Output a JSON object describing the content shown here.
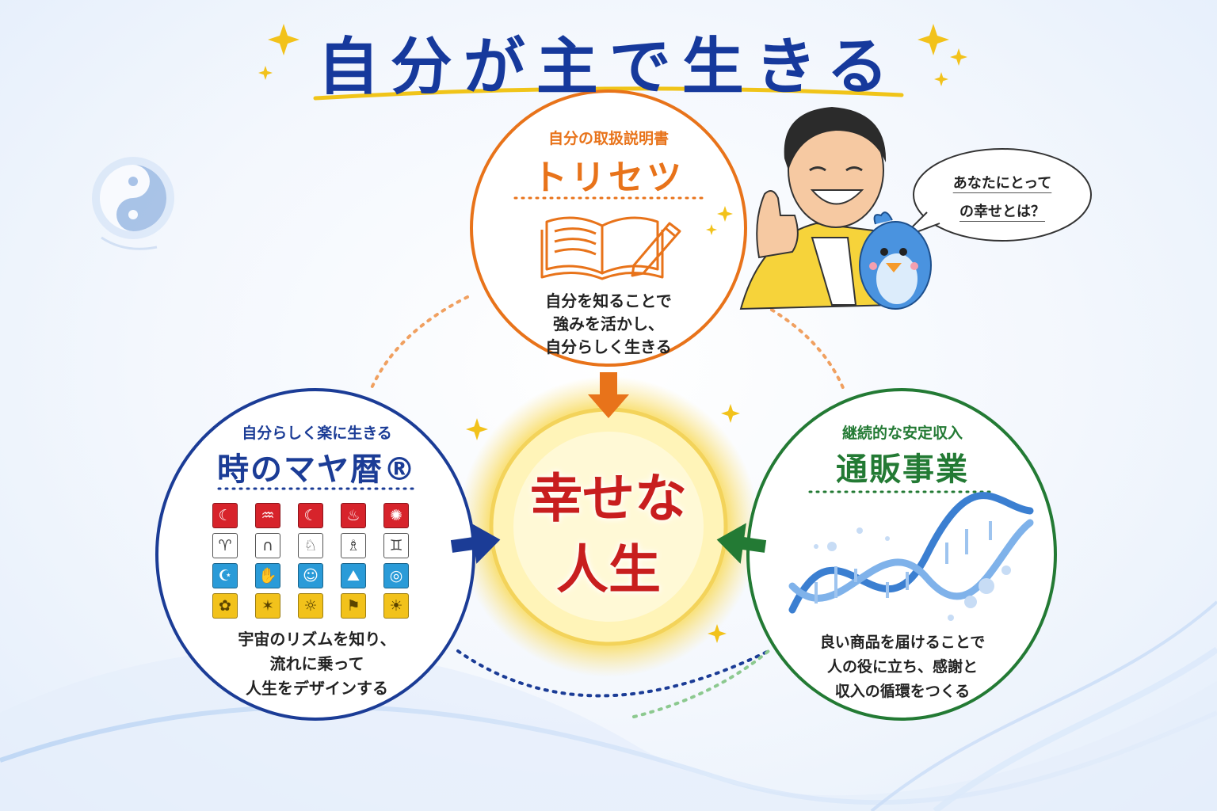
{
  "title": "自分が主で生きる",
  "top_circle": {
    "subtitle": "自分の取扱説明書",
    "name": "トリセツ",
    "description": [
      "自分を知ることで",
      "強みを活かし、",
      "自分らしく生きる"
    ],
    "color": "#e8731a",
    "icon": "open-book-with-pen-icon"
  },
  "left_circle": {
    "subtitle": "自分らしく楽に生きる",
    "name": "時のマヤ暦®",
    "description": [
      "宇宙のリズムを知り、",
      "流れに乗って",
      "人生をデザインする"
    ],
    "color": "#1b3c96",
    "glyph_rows": [
      {
        "color": "#d7232b",
        "glyphs": [
          "☾",
          "♒",
          "☾",
          "♨",
          "✺"
        ]
      },
      {
        "color": "#ffffff",
        "glyphs": [
          "♈",
          "∩",
          "♘",
          "♗",
          "♊"
        ]
      },
      {
        "color": "#2a9bd8",
        "glyphs": [
          "☪",
          "✋",
          "☺",
          "⛰",
          "◎"
        ]
      },
      {
        "color": "#f2c21b",
        "glyphs": [
          "✿",
          "✶",
          "☼",
          "⚑",
          "☀"
        ]
      }
    ]
  },
  "right_circle": {
    "subtitle": "継続的な安定収入",
    "name": "通販事業",
    "description": [
      "良い商品を届けることで",
      "人の役に立ち、感謝と",
      "収入の循環をつくる"
    ],
    "color": "#237a34",
    "icon": "dna-helix-icon"
  },
  "center": {
    "lines": [
      "幸せな",
      "人生"
    ],
    "color": "#c81e1e"
  },
  "speech_bubble": {
    "lines": [
      "あなたにとって",
      "の幸せとは？"
    ]
  },
  "colors": {
    "title": "#16399c",
    "underline": "#f0c419",
    "sparkle": "#f2c21b"
  }
}
